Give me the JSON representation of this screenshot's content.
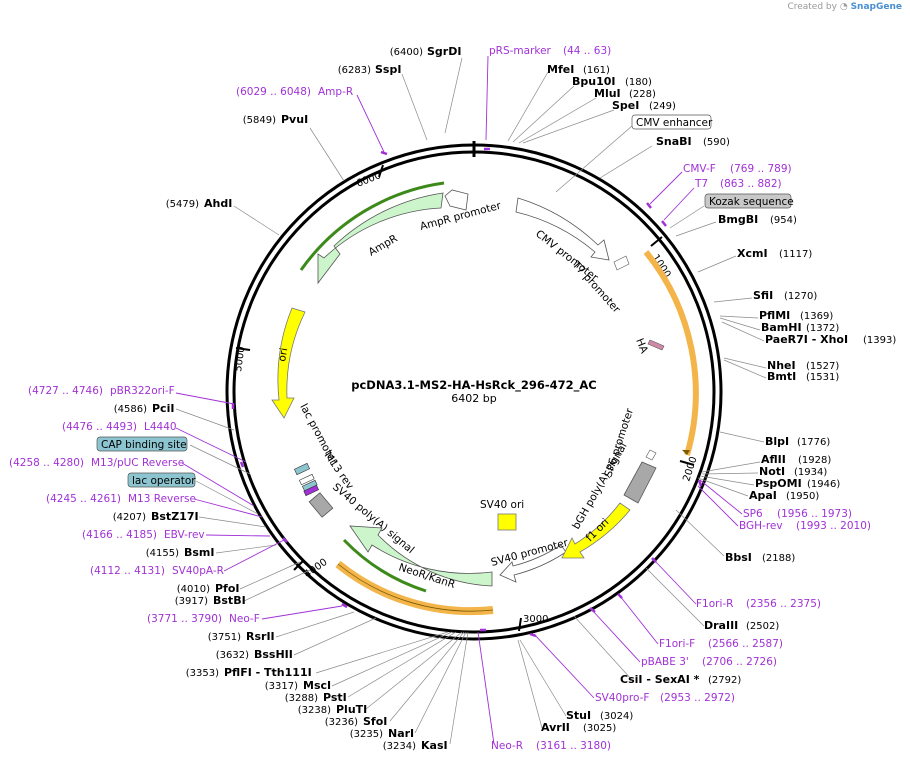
{
  "watermark": {
    "prefix": "Created by",
    "brand": "SnapGene"
  },
  "plasmid": {
    "name": "pcDNA3.1-MS2-HA-HsRck_296-472_AC",
    "length_label": "6402 bp",
    "length": 6402
  },
  "ticks": [
    "1000",
    "2000",
    "3000",
    "4000",
    "5000",
    "6000"
  ],
  "sites": [
    {
      "name": "SgrDI",
      "pos": "(6400)"
    },
    {
      "name": "SspI",
      "pos": "(6283)"
    },
    {
      "name": "PvuI",
      "pos": "(5849)"
    },
    {
      "name": "AhdI",
      "pos": "(5479)"
    },
    {
      "name": "PciI",
      "pos": "(4586)"
    },
    {
      "name": "BstZ17I",
      "pos": "(4207)"
    },
    {
      "name": "BsmI",
      "pos": "(4155)"
    },
    {
      "name": "PfoI",
      "pos": "(4010)"
    },
    {
      "name": "BstBI",
      "pos": "(3917)"
    },
    {
      "name": "RsrII",
      "pos": "(3751)"
    },
    {
      "name": "BssHII",
      "pos": "(3632)"
    },
    {
      "name": "PflFI - Tth111I",
      "pos": "(3353)"
    },
    {
      "name": "MscI",
      "pos": "(3317)"
    },
    {
      "name": "PstI",
      "pos": "(3288)"
    },
    {
      "name": "PluTI",
      "pos": "(3238)"
    },
    {
      "name": "SfoI",
      "pos": "(3236)"
    },
    {
      "name": "NarI",
      "pos": "(3235)"
    },
    {
      "name": "KasI",
      "pos": "(3234)"
    },
    {
      "name": "MfeI",
      "pos": "(161)"
    },
    {
      "name": "Bpu10I",
      "pos": "(180)"
    },
    {
      "name": "MluI",
      "pos": "(228)"
    },
    {
      "name": "SpeI",
      "pos": "(249)"
    },
    {
      "name": "SnaBI",
      "pos": "(590)"
    },
    {
      "name": "BmgBI",
      "pos": "(954)"
    },
    {
      "name": "XcmI",
      "pos": "(1117)"
    },
    {
      "name": "SfiI",
      "pos": "(1270)"
    },
    {
      "name": "PflMI",
      "pos": "(1369)"
    },
    {
      "name": "BamHI",
      "pos": "(1372)"
    },
    {
      "name": "PaeR7I - XhoI",
      "pos": "(1393)"
    },
    {
      "name": "NheI",
      "pos": "(1527)"
    },
    {
      "name": "BmtI",
      "pos": "(1531)"
    },
    {
      "name": "BlpI",
      "pos": "(1776)"
    },
    {
      "name": "AflII",
      "pos": "(1928)"
    },
    {
      "name": "NotI",
      "pos": "(1934)"
    },
    {
      "name": "PspOMI",
      "pos": "(1946)"
    },
    {
      "name": "ApaI",
      "pos": "(1950)"
    },
    {
      "name": "BbsI",
      "pos": "(2188)"
    },
    {
      "name": "DraIII",
      "pos": "(2502)"
    },
    {
      "name": "CsiI - SexAI *",
      "pos": "(2792)"
    },
    {
      "name": "StuI",
      "pos": "(3024)"
    },
    {
      "name": "AvrII",
      "pos": "(3025)"
    }
  ],
  "primers": [
    {
      "name": "pRS-marker",
      "range": "(44 .. 63)"
    },
    {
      "name": "Amp-R",
      "range": "(6029 .. 6048)"
    },
    {
      "name": "pBR322ori-F",
      "range": "(4727 .. 4746)"
    },
    {
      "name": "L4440",
      "range": "(4476 .. 4493)"
    },
    {
      "name": "M13/pUC Reverse",
      "range": "(4258 .. 4280)"
    },
    {
      "name": "M13 Reverse",
      "range": "(4245 .. 4261)"
    },
    {
      "name": "EBV-rev",
      "range": "(4166 .. 4185)"
    },
    {
      "name": "SV40pA-R",
      "range": "(4112 .. 4131)"
    },
    {
      "name": "Neo-F",
      "range": "(3771 .. 3790)"
    },
    {
      "name": "Neo-R",
      "range": "(3161 .. 3180)"
    },
    {
      "name": "CMV-F",
      "range": "(769 .. 789)"
    },
    {
      "name": "T7",
      "range": "(863 .. 882)"
    },
    {
      "name": "SP6",
      "range": "(1956 .. 1973)"
    },
    {
      "name": "BGH-rev",
      "range": "(1993 .. 2010)"
    },
    {
      "name": "F1ori-R",
      "range": "(2356 .. 2375)"
    },
    {
      "name": "F1ori-F",
      "range": "(2566 .. 2587)"
    },
    {
      "name": "pBABE 3'",
      "range": "(2706 .. 2726)"
    },
    {
      "name": "SV40pro-F",
      "range": "(2953 .. 2972)"
    }
  ],
  "boxed_labels": {
    "cmv_enhancer": "CMV enhancer",
    "kozak": "Kozak sequence",
    "cap": "CAP binding site",
    "lac_operator": "lac operator"
  },
  "features": {
    "cmv_promoter": "CMV promoter",
    "t7_promoter": "T7 promoter",
    "ha": "HA",
    "sp6_promoter": "SP6 promoter",
    "bgh": "bGH poly(A) signal",
    "f1_ori": "f1 ori",
    "sv40_promoter": "SV40 promoter",
    "sv40_ori": "SV40 ori",
    "neo": "NeoR/KanR",
    "sv40_polya": "SV40 poly(A) signal",
    "m13_rev": "M13 rev",
    "lac_promoter": "lac promoter",
    "ori": "ori",
    "ampr": "AmpR",
    "ampr_promoter": "AmpR promoter"
  },
  "colors": {
    "primer": "#a131d6",
    "ampr_fill": "#ccf5cc",
    "ori_fill": "#ffff00",
    "orange_band": "#f3b54a",
    "green_band": "#3d8a1a",
    "grey_feature": "#a8a8a8",
    "kozak_fill": "#c8c8c8",
    "cap_fill": "#8cc5d0"
  }
}
